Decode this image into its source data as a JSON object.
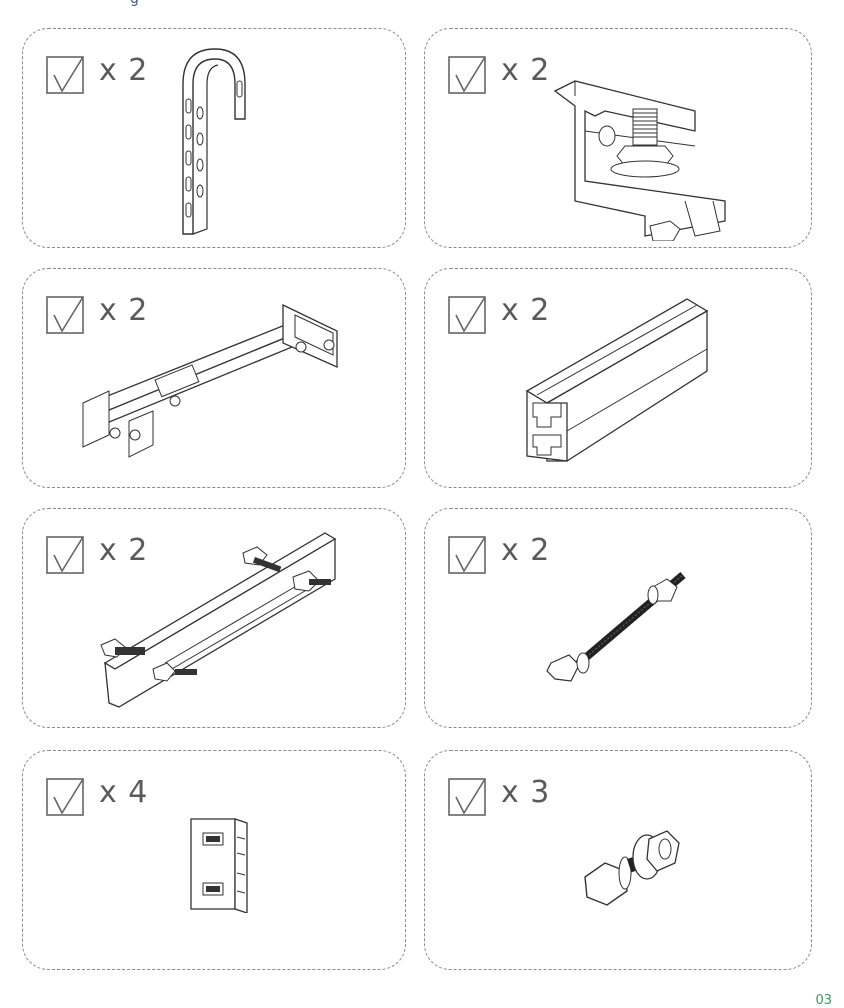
{
  "header": {
    "top_text": "g"
  },
  "items": [
    {
      "quantity": "x 2",
      "part_icon": "hook-bracket-icon"
    },
    {
      "quantity": "x 2",
      "part_icon": "end-clamp-icon"
    },
    {
      "quantity": "x 2",
      "part_icon": "telescopic-leg-icon"
    },
    {
      "quantity": "x 2",
      "part_icon": "rail-profile-icon"
    },
    {
      "quantity": "x 2",
      "part_icon": "rail-splice-icon"
    },
    {
      "quantity": "x 2",
      "part_icon": "threaded-rod-icon"
    },
    {
      "quantity": "x 4",
      "part_icon": "end-cap-icon"
    },
    {
      "quantity": "x 3",
      "part_icon": "hex-bolt-icon"
    }
  ],
  "footer": {
    "page_number": "03"
  }
}
